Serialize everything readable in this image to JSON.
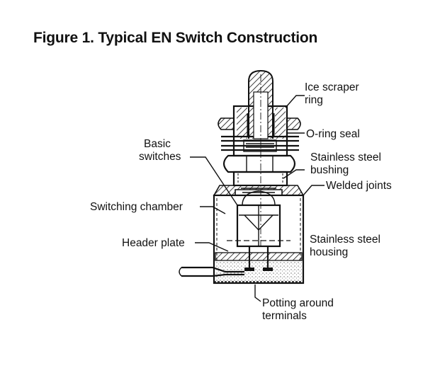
{
  "title": "Figure 1. Typical EN Switch Construction",
  "labels": {
    "ice_scraper_1": "Ice scraper",
    "ice_scraper_2": "ring",
    "oring": "O-ring seal",
    "bushing_1": "Stainless steel",
    "bushing_2": "bushing",
    "welded": "Welded joints",
    "basic_1": "Basic",
    "basic_2": "switches",
    "chamber": "Switching chamber",
    "header": "Header plate",
    "housing_1": "Stainless steel",
    "housing_2": "housing",
    "potting_1": "Potting around",
    "potting_2": "terminals"
  }
}
